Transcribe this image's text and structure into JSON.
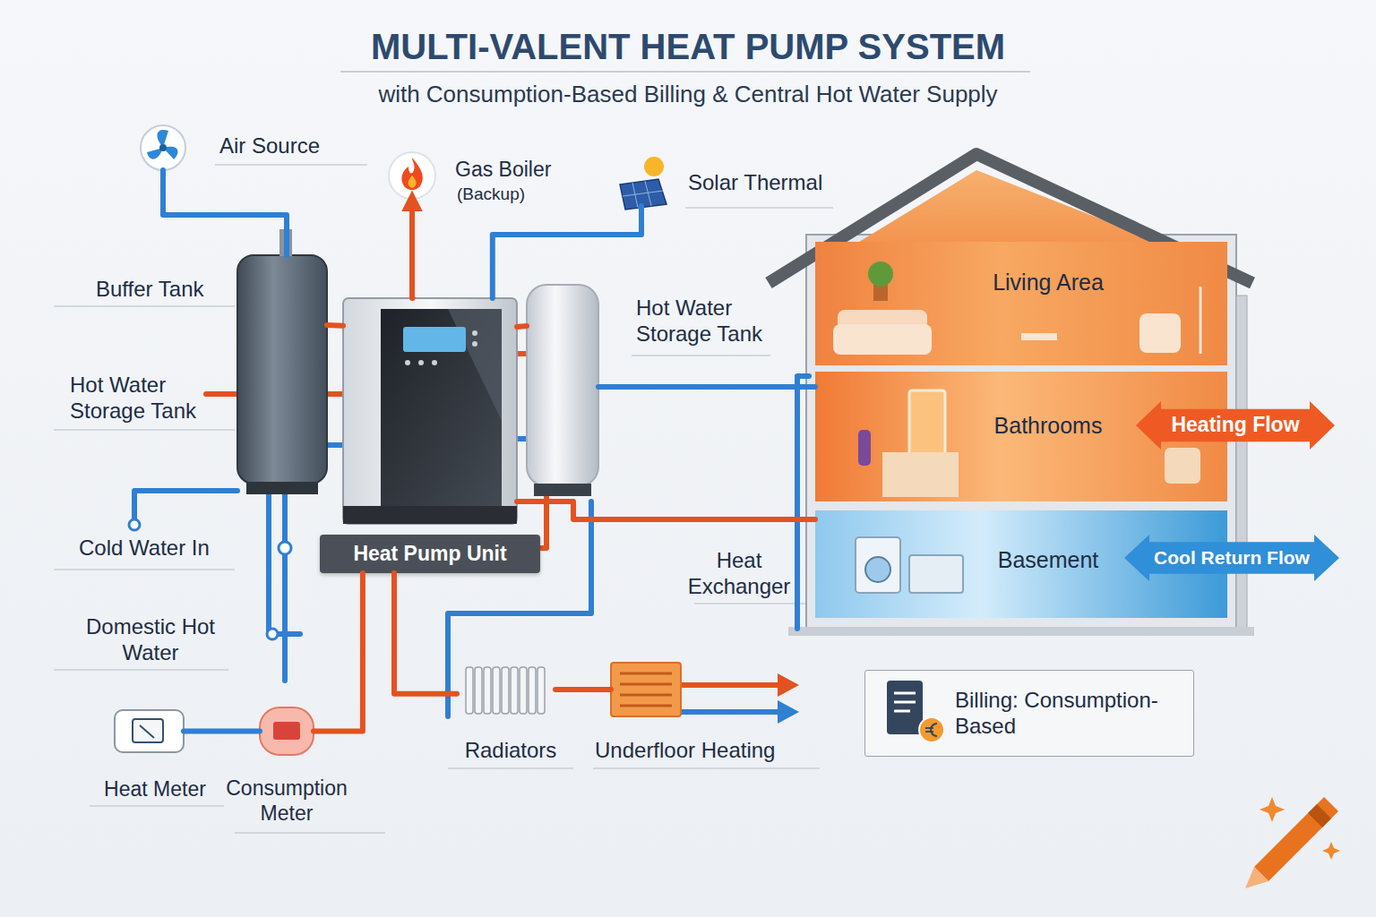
{
  "diagram": {
    "title": "MULTI-VALENT HEAT PUMP SYSTEM",
    "nodes": [
      {
        "text": [
          "Air Source"
        ]
      },
      {
        "text": [
          "Gas Boiler",
          "(Backup)"
        ]
      },
      {
        "text": [
          "Solar Thermal"
        ]
      },
      {
        "text": [
          "Buffer Tank"
        ]
      },
      {
        "text": [
          "Heat Pump Unit"
        ]
      },
      {
        "text": [
          "Hot Water Storage Tank"
        ]
      },
      {
        "text": [
          "Living Area"
        ]
      },
      {
        "text": [
          "Bathrooms"
        ]
      },
      {
        "text": [
          "Basement"
        ]
      },
      {
        "text": [
          "Heating Flow"
        ]
      },
      {
        "text": [
          "Cool Return Flow"
        ]
      },
      {
        "text": [
          "Radiators"
        ]
      },
      {
        "text": [
          "Underfloor Heating"
        ]
      },
      {
        "text": [
          "Heat Meter"
        ]
      },
      {
        "text": [
          "Consumption Meter"
        ]
      },
      {
        "text": [
          "Billing: Consumption-Based"
        ]
      }
    ],
    "edges": [
      {
        "from": 0,
        "to": 3,
        "arrow": "none"
      },
      {
        "from": 4,
        "to": 1,
        "arrow": "to"
      },
      {
        "from": 2,
        "to": 4,
        "arrow": "none"
      },
      {
        "from": 3,
        "to": 4,
        "arrow": "none"
      },
      {
        "from": 4,
        "to": 5,
        "arrow": "none"
      },
      {
        "from": 5,
        "to": 7,
        "arrow": "none"
      },
      {
        "from": 4,
        "to": 8,
        "arrow": "none"
      },
      {
        "from": 4,
        "to": 11,
        "arrow": "none"
      },
      {
        "from": 11,
        "to": 12,
        "arrow": "none"
      },
      {
        "from": 13,
        "to": 14,
        "arrow": "none"
      },
      {
        "from": 14,
        "to": 4,
        "arrow": "none"
      }
    ],
    "labels": [
      "with Consumption-Based Billing & Central Hot Water Supply",
      "Hot Water Storage Tank",
      "Cold Water In",
      "Domestic Hot Water",
      "Heat Exchanger"
    ]
  }
}
